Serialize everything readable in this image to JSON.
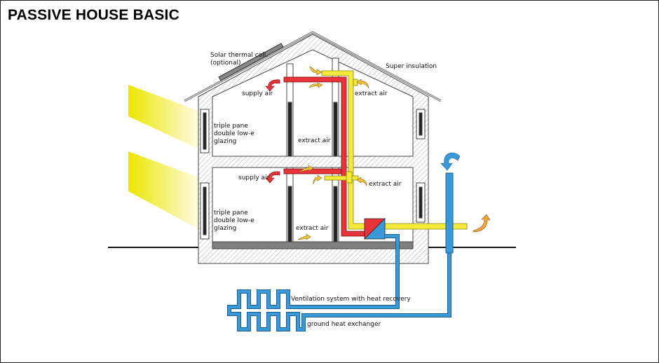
{
  "title": "PASSIVE HOUSE BASIC",
  "labels": {
    "solar_1": "Solar thermal coll.",
    "solar_2": "(optional)",
    "super_insulation": "Super insulation",
    "supply_air_upper": "supply air",
    "extract_air_upper_right": "extract air",
    "glazing_upper_1": "triple pane",
    "glazing_upper_2": "double low-e",
    "glazing_upper_3": "glazing",
    "extract_air_upper_mid": "extract air",
    "supply_air_lower": "supply air",
    "extract_air_lower_right": "extract air",
    "glazing_lower_1": "triple pane",
    "glazing_lower_2": "double low-e",
    "glazing_lower_3": "glazing",
    "extract_air_lower_mid": "extract air",
    "ventilation": "Ventilation system with heat recovery",
    "ground_hx": "ground heat exchanger"
  },
  "colors": {
    "supply": "#e8333a",
    "extract": "#f3ea3c",
    "ground": "#3a9ad9",
    "sun": "#f0e600",
    "slab": "#808080"
  }
}
